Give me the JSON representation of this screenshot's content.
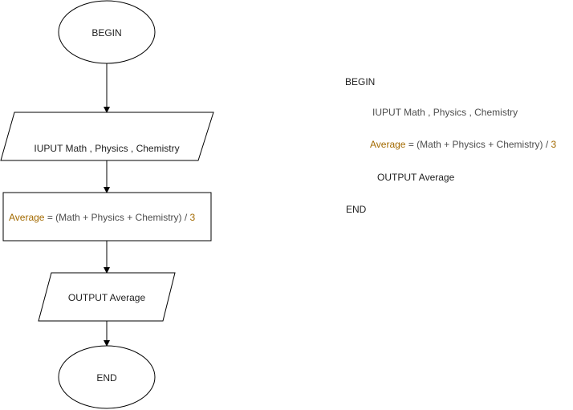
{
  "flowchart": {
    "begin": "BEGIN",
    "input": "IUPUT Math , Physics , Chemistry",
    "process": {
      "var": "Average",
      "eq": " = (Math + Physics + Chemistry) / ",
      "divisor": "3"
    },
    "output": "OUTPUT Average",
    "end": "END"
  },
  "pseudocode": {
    "begin": "BEGIN",
    "input": "IUPUT Math , Physics , Chemistry",
    "process": {
      "var": "Average",
      "eq": " = (Math + Physics + Chemistry) / ",
      "divisor": "3"
    },
    "output": "OUTPUT Average",
    "end": "END"
  },
  "colors": {
    "stroke": "#000000",
    "accent": "#a36a00",
    "text": "#1f1f1f"
  }
}
